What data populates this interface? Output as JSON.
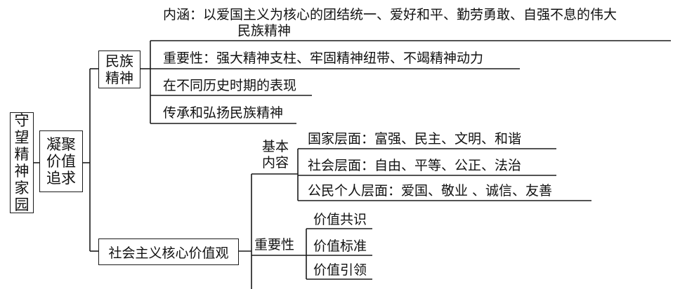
{
  "root": {
    "label": "守望精神家园"
  },
  "l1": {
    "label": "凝聚价值追求"
  },
  "minzu": {
    "label": "民族精神",
    "items": [
      {
        "line1": "内涵：以爱国主义为核心的团结统一、爱好和平、勤劳勇敢、自强不息的伟大",
        "line2": "民族精神"
      },
      {
        "line1": "重要性：强大精神支柱、牢固精神纽带、不竭精神动力"
      },
      {
        "line1": "在不同历史时期的表现"
      },
      {
        "line1": "传承和弘扬民族精神"
      }
    ]
  },
  "shehui": {
    "label": "社会主义核心价值观",
    "jiben": {
      "label": "基本内容",
      "items": [
        "国家层面：富强、民主、文明、和谐",
        "社会层面：自由、平等、公正、法治",
        "公民个人层面：爱国、敬业 、诚信、友善"
      ]
    },
    "zhongyao": {
      "label": "重要性",
      "items": [
        "价值共识",
        "价值标准",
        "价值引领"
      ]
    }
  }
}
